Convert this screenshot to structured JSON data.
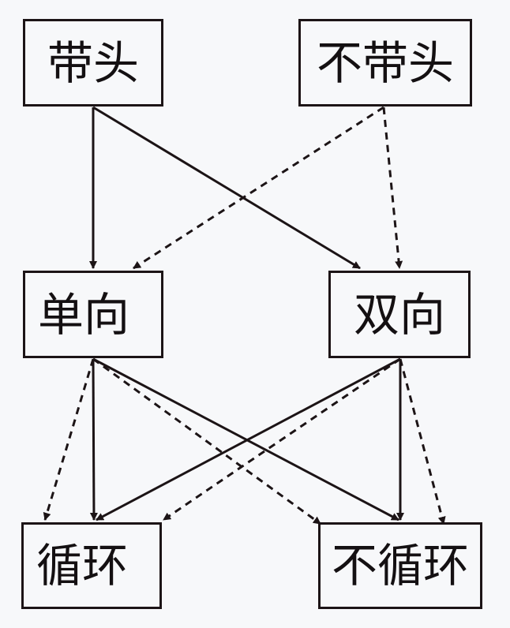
{
  "diagram": {
    "nodes": [
      {
        "id": "with-head",
        "label": "带头"
      },
      {
        "id": "without-head",
        "label": "不带头"
      },
      {
        "id": "singly",
        "label": "单向"
      },
      {
        "id": "doubly",
        "label": "双向"
      },
      {
        "id": "circular",
        "label": "循环"
      },
      {
        "id": "non-circular",
        "label": "不循环"
      }
    ],
    "edges": [
      {
        "from": "with-head",
        "to": "singly",
        "style": "solid"
      },
      {
        "from": "with-head",
        "to": "doubly",
        "style": "solid"
      },
      {
        "from": "without-head",
        "to": "singly",
        "style": "dashed"
      },
      {
        "from": "without-head",
        "to": "doubly",
        "style": "dashed"
      },
      {
        "from": "singly",
        "to": "circular",
        "style": "solid"
      },
      {
        "from": "singly",
        "to": "circular",
        "style": "dashed"
      },
      {
        "from": "singly",
        "to": "non-circular",
        "style": "solid"
      },
      {
        "from": "singly",
        "to": "non-circular",
        "style": "dashed"
      },
      {
        "from": "doubly",
        "to": "circular",
        "style": "solid"
      },
      {
        "from": "doubly",
        "to": "circular",
        "style": "dashed"
      },
      {
        "from": "doubly",
        "to": "non-circular",
        "style": "solid"
      },
      {
        "from": "doubly",
        "to": "non-circular",
        "style": "dashed"
      }
    ],
    "colors": {
      "background": "#f7f8fa",
      "stroke": "#1c1416",
      "text": "#141012"
    }
  }
}
